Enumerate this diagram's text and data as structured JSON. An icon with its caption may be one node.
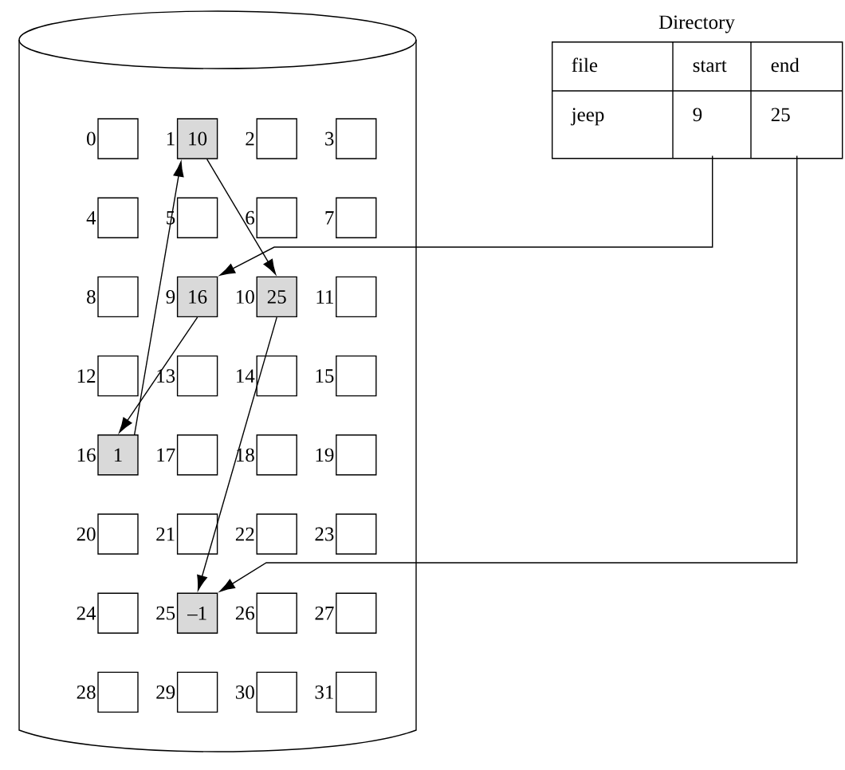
{
  "diagram": {
    "nodes": [
      {
        "text": [],
        "shape": "cylinder"
      },
      {
        "text": [],
        "shape": "box",
        "beside": [
          "0"
        ],
        "in": 0
      },
      {
        "text": [
          "10"
        ],
        "beside": [
          "1"
        ],
        "in": 0
      },
      {
        "text": [],
        "shape": "box",
        "beside": [
          "2"
        ],
        "in": 0
      },
      {
        "text": [],
        "shape": "box",
        "beside": [
          "3"
        ],
        "in": 0
      },
      {
        "text": [],
        "shape": "box",
        "beside": [
          "4"
        ],
        "in": 0
      },
      {
        "text": [],
        "shape": "box",
        "beside": [
          "5"
        ],
        "in": 0
      },
      {
        "text": [],
        "shape": "box",
        "beside": [
          "6"
        ],
        "in": 0
      },
      {
        "text": [],
        "shape": "box",
        "beside": [
          "7"
        ],
        "in": 0
      },
      {
        "text": [],
        "shape": "box",
        "beside": [
          "8"
        ],
        "in": 0
      },
      {
        "text": [
          "16"
        ],
        "beside": [
          "9"
        ],
        "in": 0
      },
      {
        "text": [
          "25"
        ],
        "beside": [
          "10"
        ],
        "in": 0
      },
      {
        "text": [],
        "shape": "box",
        "beside": [
          "11"
        ],
        "in": 0
      },
      {
        "text": [],
        "shape": "box",
        "beside": [
          "12"
        ],
        "in": 0
      },
      {
        "text": [],
        "shape": "box",
        "beside": [
          "13"
        ],
        "in": 0
      },
      {
        "text": [],
        "shape": "box",
        "beside": [
          "14"
        ],
        "in": 0
      },
      {
        "text": [],
        "shape": "box",
        "beside": [
          "15"
        ],
        "in": 0
      },
      {
        "text": [
          "1"
        ],
        "beside": [
          "16"
        ],
        "in": 0
      },
      {
        "text": [],
        "shape": "box",
        "beside": [
          "17"
        ],
        "in": 0
      },
      {
        "text": [],
        "shape": "box",
        "beside": [
          "18"
        ],
        "in": 0
      },
      {
        "text": [],
        "shape": "box",
        "beside": [
          "19"
        ],
        "in": 0
      },
      {
        "text": [],
        "shape": "box",
        "beside": [
          "20"
        ],
        "in": 0
      },
      {
        "text": [],
        "shape": "box",
        "beside": [
          "21"
        ],
        "in": 0
      },
      {
        "text": [],
        "shape": "box",
        "beside": [
          "22"
        ],
        "in": 0
      },
      {
        "text": [],
        "shape": "box",
        "beside": [
          "23"
        ],
        "in": 0
      },
      {
        "text": [],
        "shape": "box",
        "beside": [
          "24"
        ],
        "in": 0
      },
      {
        "text": [
          "–1"
        ],
        "beside": [
          "25"
        ],
        "in": 0
      },
      {
        "text": [],
        "shape": "box",
        "beside": [
          "26"
        ],
        "in": 0
      },
      {
        "text": [],
        "shape": "box",
        "beside": [
          "27"
        ],
        "in": 0
      },
      {
        "text": [],
        "shape": "box",
        "beside": [
          "28"
        ],
        "in": 0
      },
      {
        "text": [],
        "shape": "box",
        "beside": [
          "29"
        ],
        "in": 0
      },
      {
        "text": [],
        "shape": "box",
        "beside": [
          "30"
        ],
        "in": 0
      },
      {
        "text": [],
        "shape": "box",
        "beside": [
          "31"
        ],
        "in": 0
      },
      {
        "text": [
          "Directory"
        ]
      },
      {
        "text": [
          "file"
        ],
        "in": 33
      },
      {
        "text": [
          "start"
        ],
        "in": 33
      },
      {
        "text": [
          "end"
        ],
        "in": 33
      },
      {
        "text": [
          "jeep"
        ],
        "in": 33
      },
      {
        "text": [
          "9"
        ],
        "in": 33
      },
      {
        "text": [
          "25"
        ],
        "in": 33
      }
    ],
    "edges": [
      {
        "from": 10,
        "to": 17,
        "arrow": "to"
      },
      {
        "from": 17,
        "to": 2,
        "arrow": "to"
      },
      {
        "from": 2,
        "to": 11,
        "arrow": "to"
      },
      {
        "from": 11,
        "to": 26,
        "arrow": "to"
      },
      {
        "from": 38,
        "to": 10,
        "arrow": "to"
      },
      {
        "from": 39,
        "to": 26,
        "arrow": "to"
      }
    ]
  }
}
